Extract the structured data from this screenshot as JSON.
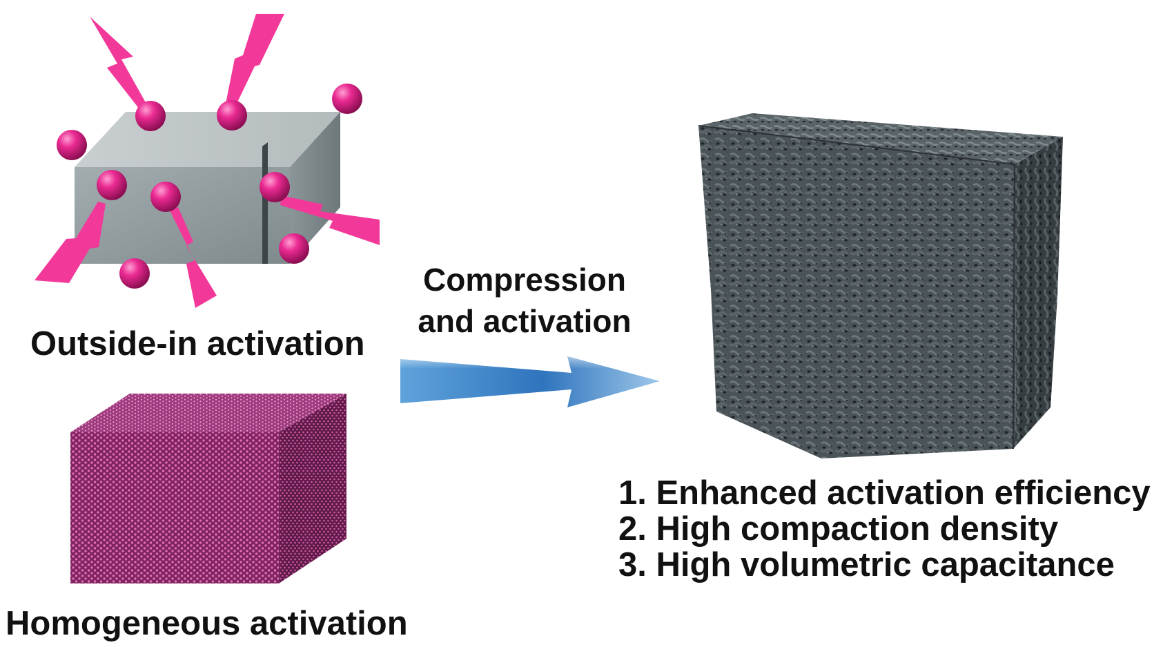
{
  "outside_in": {
    "label": "Outside-in activation"
  },
  "homogeneous": {
    "label": "Homogeneous activation"
  },
  "process": {
    "line1": "Compression",
    "line2": "and activation"
  },
  "benefits": [
    "1. Enhanced activation efficiency",
    "2. High compaction density",
    "3. High volumetric capacitance"
  ],
  "colors": {
    "sphere": "#e8258f",
    "bolt": "#f2399a",
    "grey_block": "#8f9a9d",
    "porous_block": "#3d4549",
    "homogeneous_block": "#8a2a6a",
    "arrow": "#3e82c4",
    "text": "#111111"
  },
  "icons": {
    "bolt": "lightning-bolt-icon",
    "sphere": "activator-sphere-icon",
    "arrow": "right-arrow-icon"
  }
}
